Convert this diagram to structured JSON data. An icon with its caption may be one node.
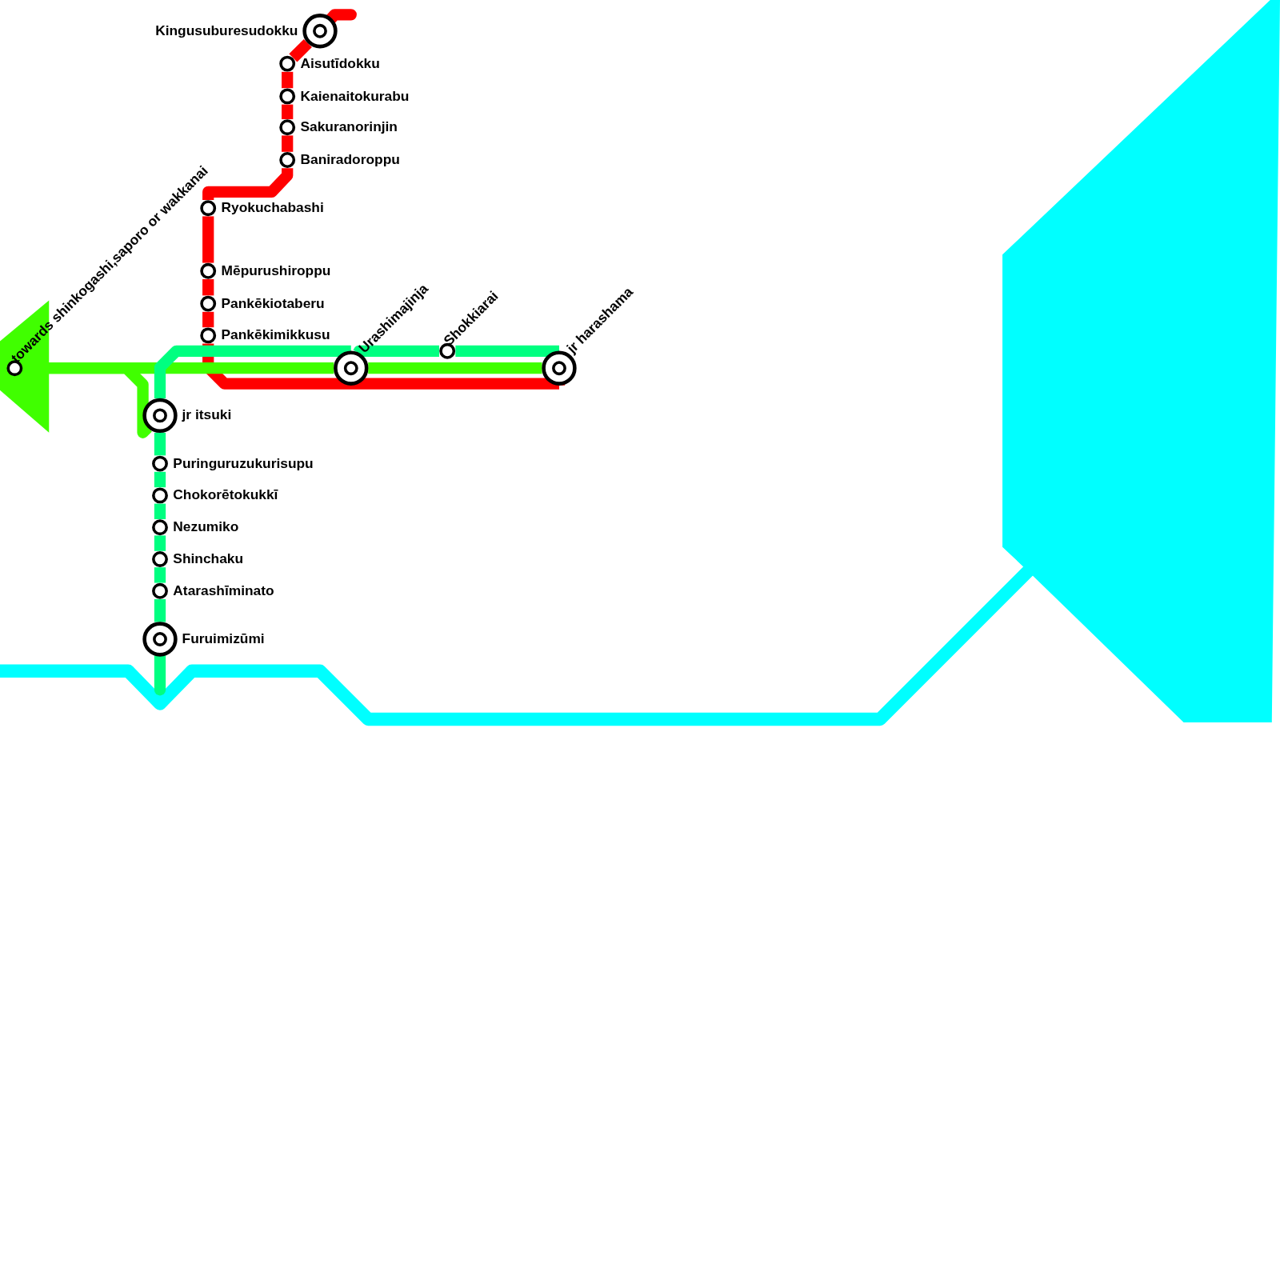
{
  "diagram": {
    "nodes": [
      {
        "text": [
          "Kingusuburesudokku"
        ]
      },
      {
        "text": [
          "Aisutīdokku"
        ]
      },
      {
        "text": [
          "Kaienaitokurabu"
        ]
      },
      {
        "text": [
          "Sakuranorinjin"
        ]
      },
      {
        "text": [
          "Baniradoroppu"
        ]
      },
      {
        "text": [
          "Ryokuchabashi"
        ]
      },
      {
        "text": [
          "Mēpurushiroppu"
        ]
      },
      {
        "text": [
          "Pankēkiotaberu"
        ]
      },
      {
        "text": [
          "Pankēkimikkusu"
        ]
      },
      {
        "text": [
          "towards shinkogashi,saporo or wakkanai"
        ]
      },
      {
        "text": [
          "Urashimajinja"
        ]
      },
      {
        "text": [
          "Shokkiarai"
        ]
      },
      {
        "text": [
          "jr harashama"
        ]
      },
      {
        "text": [
          "jr itsuki"
        ]
      },
      {
        "text": [
          "Puringuruzukurisupu"
        ]
      },
      {
        "text": [
          "Chokorētokukkī"
        ]
      },
      {
        "text": [
          "Nezumiko"
        ]
      },
      {
        "text": [
          "Shinchaku"
        ]
      },
      {
        "text": [
          "Atarashīminato"
        ]
      },
      {
        "text": [
          "Furuimizūmi"
        ]
      }
    ],
    "edges": [
      {
        "from": 0,
        "to": 1,
        "arrow": "none",
        "color": "#ff0000"
      },
      {
        "from": 1,
        "to": 2,
        "arrow": "none",
        "color": "#ff0000"
      },
      {
        "from": 2,
        "to": 3,
        "arrow": "none",
        "color": "#ff0000"
      },
      {
        "from": 3,
        "to": 4,
        "arrow": "none",
        "color": "#ff0000"
      },
      {
        "from": 4,
        "to": 5,
        "arrow": "none",
        "color": "#ff0000"
      },
      {
        "from": 5,
        "to": 6,
        "arrow": "none",
        "color": "#ff0000"
      },
      {
        "from": 6,
        "to": 7,
        "arrow": "none",
        "color": "#ff0000"
      },
      {
        "from": 7,
        "to": 8,
        "arrow": "none",
        "color": "#ff0000"
      },
      {
        "from": 8,
        "to": 12,
        "arrow": "none",
        "color": "#ff0000"
      },
      {
        "from": 9,
        "to": 10,
        "arrow": "none",
        "color": "#40ff00"
      },
      {
        "from": 9,
        "to": 13,
        "arrow": "none",
        "color": "#40ff00"
      },
      {
        "from": 10,
        "to": 12,
        "arrow": "none",
        "color": "#40ff00"
      },
      {
        "from": 19,
        "to": 18,
        "arrow": "none",
        "color": "#00ff80"
      },
      {
        "from": 18,
        "to": 17,
        "arrow": "none",
        "color": "#00ff80"
      },
      {
        "from": 17,
        "to": 16,
        "arrow": "none",
        "color": "#00ff80"
      },
      {
        "from": 16,
        "to": 15,
        "arrow": "none",
        "color": "#00ff80"
      },
      {
        "from": 15,
        "to": 14,
        "arrow": "none",
        "color": "#00ff80"
      },
      {
        "from": 14,
        "to": 13,
        "arrow": "none",
        "color": "#00ff80"
      },
      {
        "from": 13,
        "to": 10,
        "arrow": "none",
        "color": "#00ff80"
      },
      {
        "from": 10,
        "to": 11,
        "arrow": "none",
        "color": "#00ff80"
      },
      {
        "from": 11,
        "to": 12,
        "arrow": "none",
        "color": "#00ff80"
      }
    ]
  }
}
